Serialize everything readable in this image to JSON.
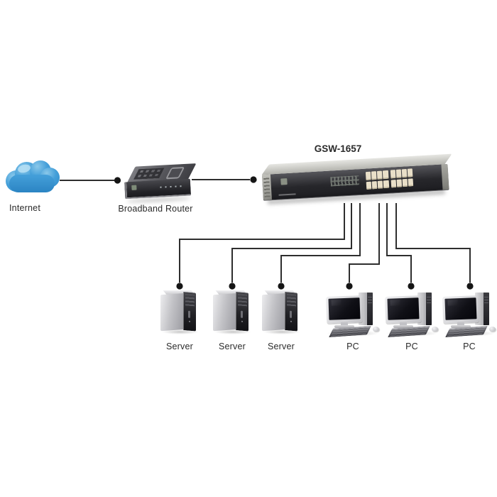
{
  "diagram": {
    "internet": {
      "label": "Internet"
    },
    "router": {
      "label": "Broadband Router"
    },
    "switch": {
      "label": "GSW-1657",
      "port_count": 16
    },
    "servers": [
      {
        "label": "Server"
      },
      {
        "label": "Server"
      },
      {
        "label": "Server"
      }
    ],
    "pcs": [
      {
        "label": "PC"
      },
      {
        "label": "PC"
      },
      {
        "label": "PC"
      }
    ],
    "connections": [
      {
        "from": "internet",
        "to": "broadband-router"
      },
      {
        "from": "broadband-router",
        "to": "gsw-1657-switch"
      },
      {
        "from": "gsw-1657-switch",
        "to": "server-1"
      },
      {
        "from": "gsw-1657-switch",
        "to": "server-2"
      },
      {
        "from": "gsw-1657-switch",
        "to": "server-3"
      },
      {
        "from": "gsw-1657-switch",
        "to": "pc-1"
      },
      {
        "from": "gsw-1657-switch",
        "to": "pc-2"
      },
      {
        "from": "gsw-1657-switch",
        "to": "pc-3"
      }
    ],
    "colors": {
      "cloud": "#3f9cd8",
      "cloud_highlight": "#b9e1f4",
      "connector": "#2e2e2e",
      "node_dot": "#151515",
      "text": "#2a2a2a",
      "switch_port": "#e9dfc8"
    }
  }
}
